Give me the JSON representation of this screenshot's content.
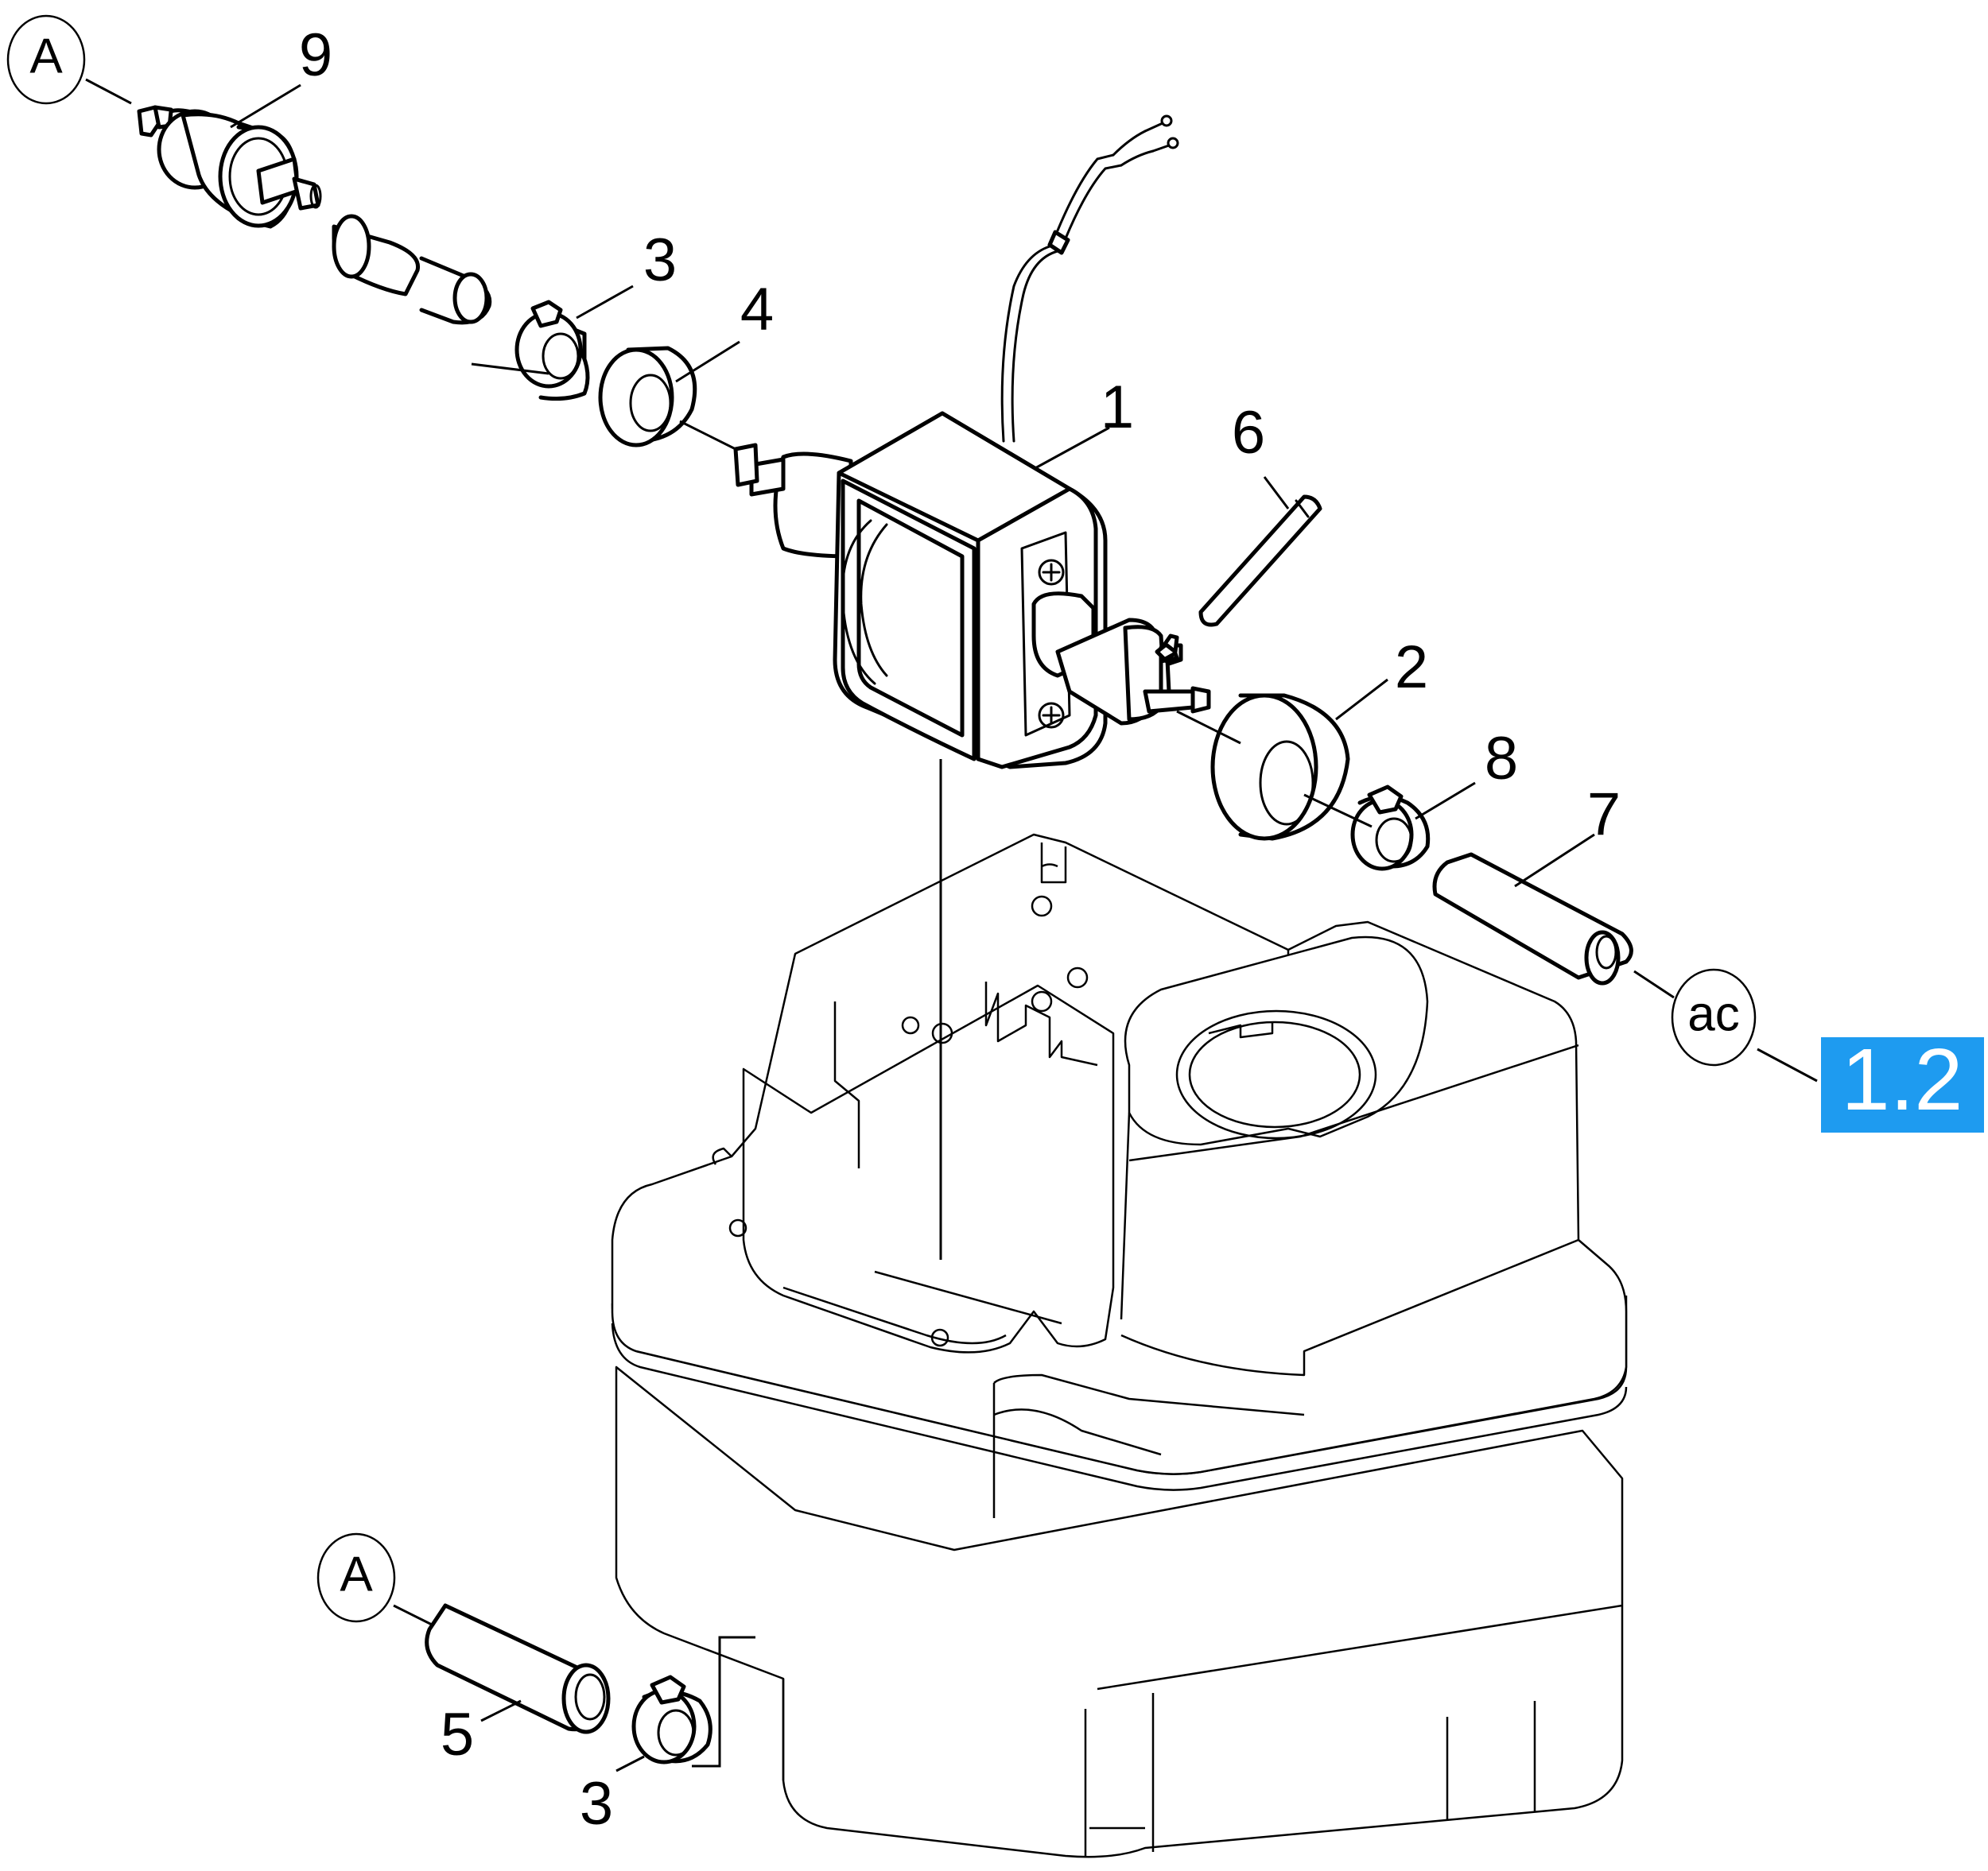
{
  "diagram": {
    "callouts": {
      "c1": "1",
      "c2": "2",
      "c3_top": "3",
      "c3_bottom": "3",
      "c4": "4",
      "c5": "5",
      "c6": "6",
      "c7": "7",
      "c8": "8",
      "c9": "9"
    },
    "references": {
      "a_top": "A",
      "a_bottom": "A",
      "ac": "ac"
    },
    "badge": {
      "label": "1.2",
      "color": "#1e9bf0"
    }
  }
}
